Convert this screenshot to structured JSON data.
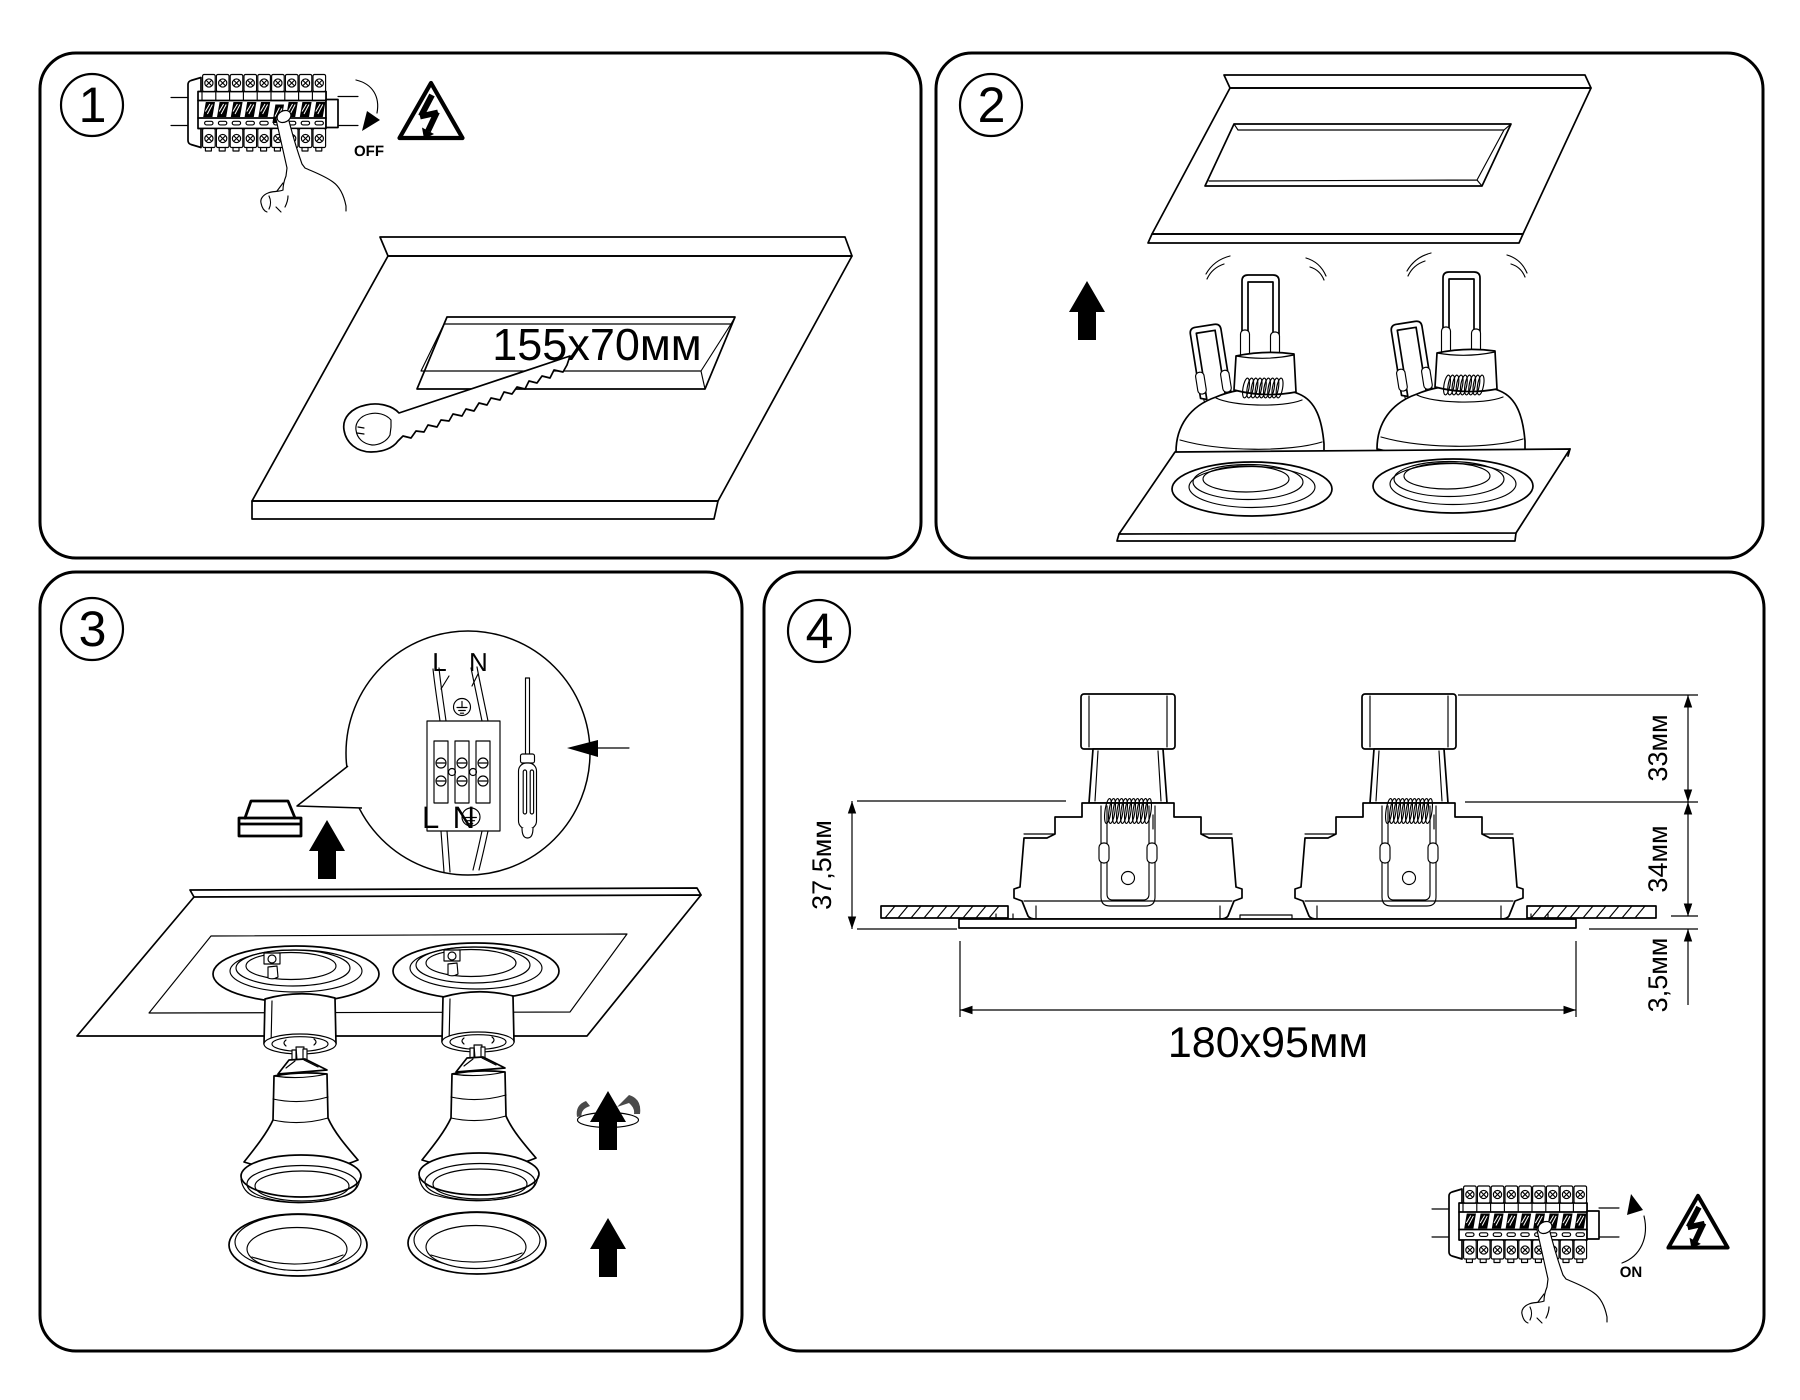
{
  "document": {
    "type": "installation-manual-diagram",
    "background": "#ffffff",
    "ink": "#000000"
  },
  "step1": {
    "number": "1",
    "breaker_label": "OFF",
    "cutout_size_label": "155x70мм",
    "icons": [
      "circuit-breaker",
      "pointing-hand",
      "electric-shock-warning",
      "curved-arrow-down",
      "ceiling-slab",
      "cutout-hole",
      "handsaw"
    ]
  },
  "step2": {
    "number": "2",
    "icons": [
      "ceiling-slab-with-cutout",
      "up-arrow",
      "twin-downlight-fixture",
      "spring-clips"
    ]
  },
  "step3": {
    "number": "3",
    "wires_label_top": "L N",
    "wires_label_bottom": "L N",
    "icons": [
      "magnifier-bubble",
      "terminal-block",
      "earth-symbol",
      "screwdriver",
      "pointer-arrow",
      "wire-connector",
      "up-arrow",
      "fixture-frame",
      "lamp-holders",
      "gu10-bulbs",
      "trim-rings",
      "screw-in-arrow"
    ]
  },
  "step4": {
    "number": "4",
    "breaker_label": "ON",
    "dim_lamp_height": "33мм",
    "dim_body_height": "34мм",
    "dim_plate_thickness": "3,5мм",
    "dim_total_height": "37,5мм",
    "dim_fixture_size": "180x95мм",
    "icons": [
      "fixture-cross-section",
      "ceiling-section",
      "dimension-lines",
      "circuit-breaker",
      "pointing-hand",
      "curved-arrow-up",
      "electric-shock-warning"
    ]
  }
}
